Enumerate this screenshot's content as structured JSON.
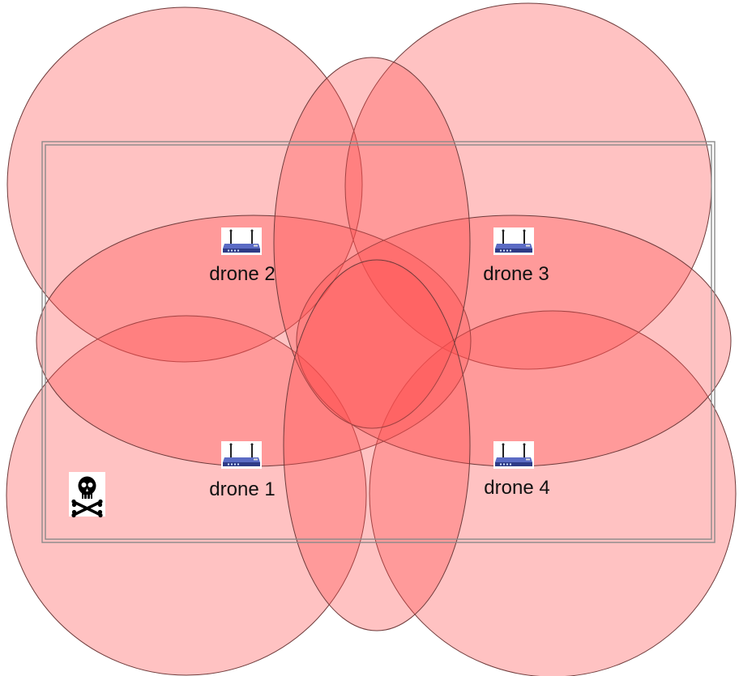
{
  "drones": [
    {
      "id": "drone-1",
      "label": "drone 1",
      "icon": "wireless-router-icon"
    },
    {
      "id": "drone-2",
      "label": "drone 2",
      "icon": "wireless-router-icon"
    },
    {
      "id": "drone-3",
      "label": "drone 3",
      "icon": "wireless-router-icon"
    },
    {
      "id": "drone-4",
      "label": "drone 4",
      "icon": "wireless-router-icon"
    }
  ],
  "threat": {
    "icon": "skull-crossbones-icon"
  },
  "colors": {
    "coverage_fill": "#ff5050",
    "coverage_stroke": "#6e3a3a",
    "router_body": "#3f4fa8",
    "frame": "#8a8a8a"
  }
}
